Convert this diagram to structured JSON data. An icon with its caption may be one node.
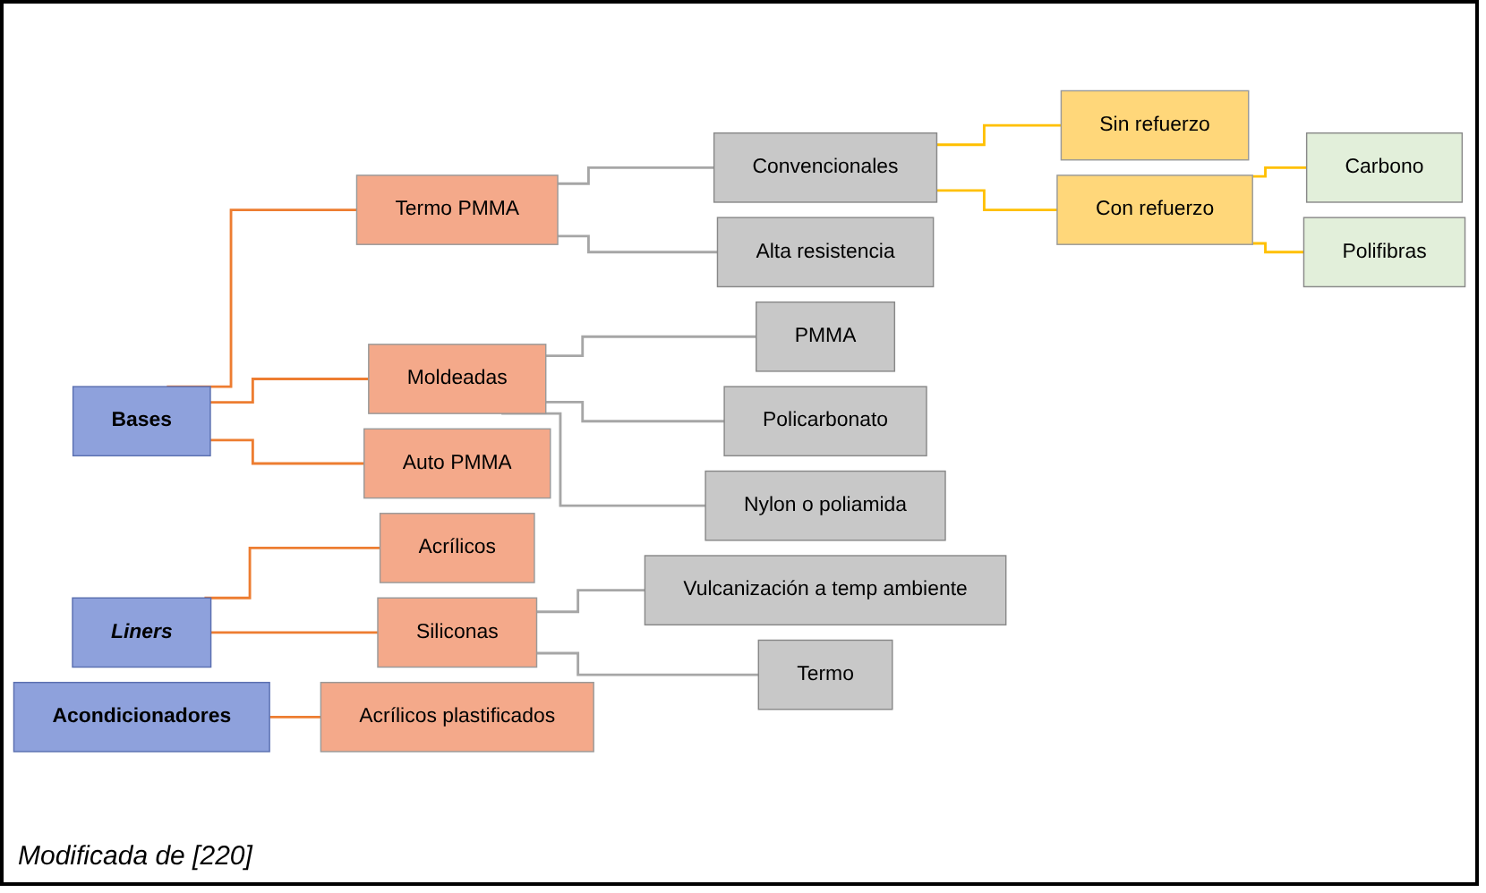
{
  "diagram": {
    "caption": "Modificada de [220]",
    "nodes": [
      {
        "text": [
          "Bases"
        ]
      },
      {
        "text": [
          "Termo PMMA"
        ]
      },
      {
        "text": [
          "Convencionales"
        ]
      },
      {
        "text": [
          "Sin refuerzo"
        ]
      },
      {
        "text": [
          "Con refuerzo"
        ]
      },
      {
        "text": [
          "Carbono"
        ]
      },
      {
        "text": [
          "Polifibras"
        ]
      },
      {
        "text": [
          "Alta resistencia"
        ]
      },
      {
        "text": [
          "Moldeadas"
        ]
      },
      {
        "text": [
          "PMMA"
        ]
      },
      {
        "text": [
          "Policarbonato"
        ]
      },
      {
        "text": [
          "Nylon o poliamida"
        ]
      },
      {
        "text": [
          "Auto PMMA"
        ]
      },
      {
        "text": [
          "Liners"
        ]
      },
      {
        "text": [
          "Acrílicos"
        ]
      },
      {
        "text": [
          "Siliconas"
        ]
      },
      {
        "text": [
          "Vulcanización a temp ambiente"
        ]
      },
      {
        "text": [
          "Termo"
        ]
      },
      {
        "text": [
          "Acondicionadores"
        ]
      },
      {
        "text": [
          "Acrílicos plastificados"
        ]
      }
    ],
    "edges": [
      {
        "from": 0,
        "to": 1,
        "arrow": "none",
        "color": "#ed7d31"
      },
      {
        "from": 1,
        "to": 2,
        "arrow": "none"
      },
      {
        "from": 2,
        "to": 3,
        "arrow": "none",
        "color": "#ffc000"
      },
      {
        "from": 2,
        "to": 4,
        "arrow": "none",
        "color": "#ffc000"
      },
      {
        "from": 4,
        "to": 5,
        "arrow": "none",
        "color": "#ffc000"
      },
      {
        "from": 4,
        "to": 6,
        "arrow": "none",
        "color": "#ffc000"
      },
      {
        "from": 1,
        "to": 7,
        "arrow": "none"
      },
      {
        "from": 0,
        "to": 8,
        "arrow": "none",
        "color": "#ed7d31"
      },
      {
        "from": 8,
        "to": 9,
        "arrow": "none"
      },
      {
        "from": 8,
        "to": 10,
        "arrow": "none"
      },
      {
        "from": 8,
        "to": 11,
        "arrow": "none"
      },
      {
        "from": 0,
        "to": 12,
        "arrow": "none",
        "color": "#ed7d31"
      },
      {
        "from": 13,
        "to": 14,
        "arrow": "none",
        "color": "#ed7d31"
      },
      {
        "from": 13,
        "to": 15,
        "arrow": "none",
        "color": "#ed7d31"
      },
      {
        "from": 15,
        "to": 16,
        "arrow": "none"
      },
      {
        "from": 15,
        "to": 17,
        "arrow": "none"
      },
      {
        "from": 18,
        "to": 19,
        "arrow": "none",
        "color": "#ed7d31"
      }
    ]
  }
}
